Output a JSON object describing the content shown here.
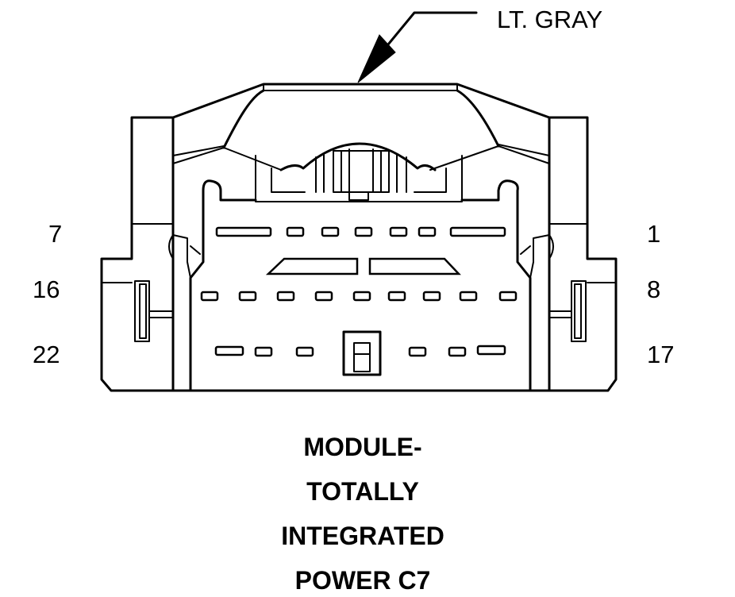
{
  "connector": {
    "color_label": "LT. GRAY",
    "pin_labels": {
      "row1_left": "7",
      "row1_right": "1",
      "row2_left": "16",
      "row2_right": "8",
      "row3_left": "22",
      "row3_right": "17"
    },
    "title_lines": [
      "MODULE-",
      "TOTALLY",
      "INTEGRATED",
      "POWER C7"
    ]
  }
}
